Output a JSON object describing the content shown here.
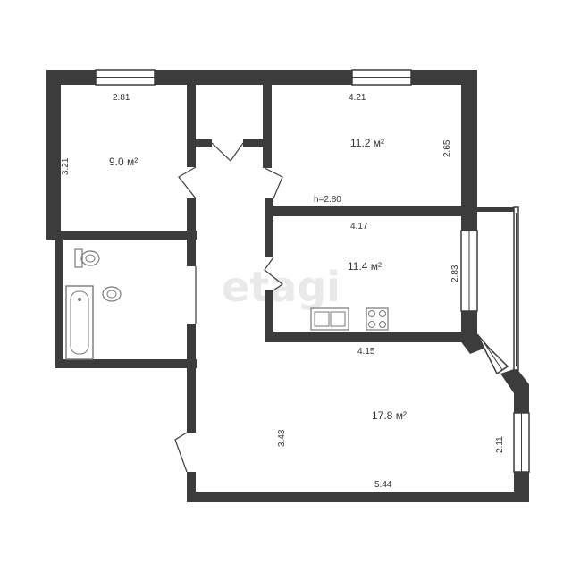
{
  "watermark": "etagi",
  "rooms": {
    "bedroom": {
      "area": "9.0 м²",
      "width_top": "2.81",
      "height_left": "3.21"
    },
    "room": {
      "area": "11.2 м²",
      "width_top": "4.21",
      "height_right": "2.65",
      "ceiling": "h=2.80"
    },
    "kitchen": {
      "area": "11.4 м²",
      "width_top": "4.17",
      "height_right": "2.83",
      "width_bottom": "4.15"
    },
    "living": {
      "area": "17.8 м²",
      "height_left": "3.43",
      "height_right": "2.11",
      "width_bottom": "5.44"
    }
  },
  "colors": {
    "wall": "#3c3c3c",
    "window": "#cfcfcf",
    "fixture": "#777777"
  }
}
